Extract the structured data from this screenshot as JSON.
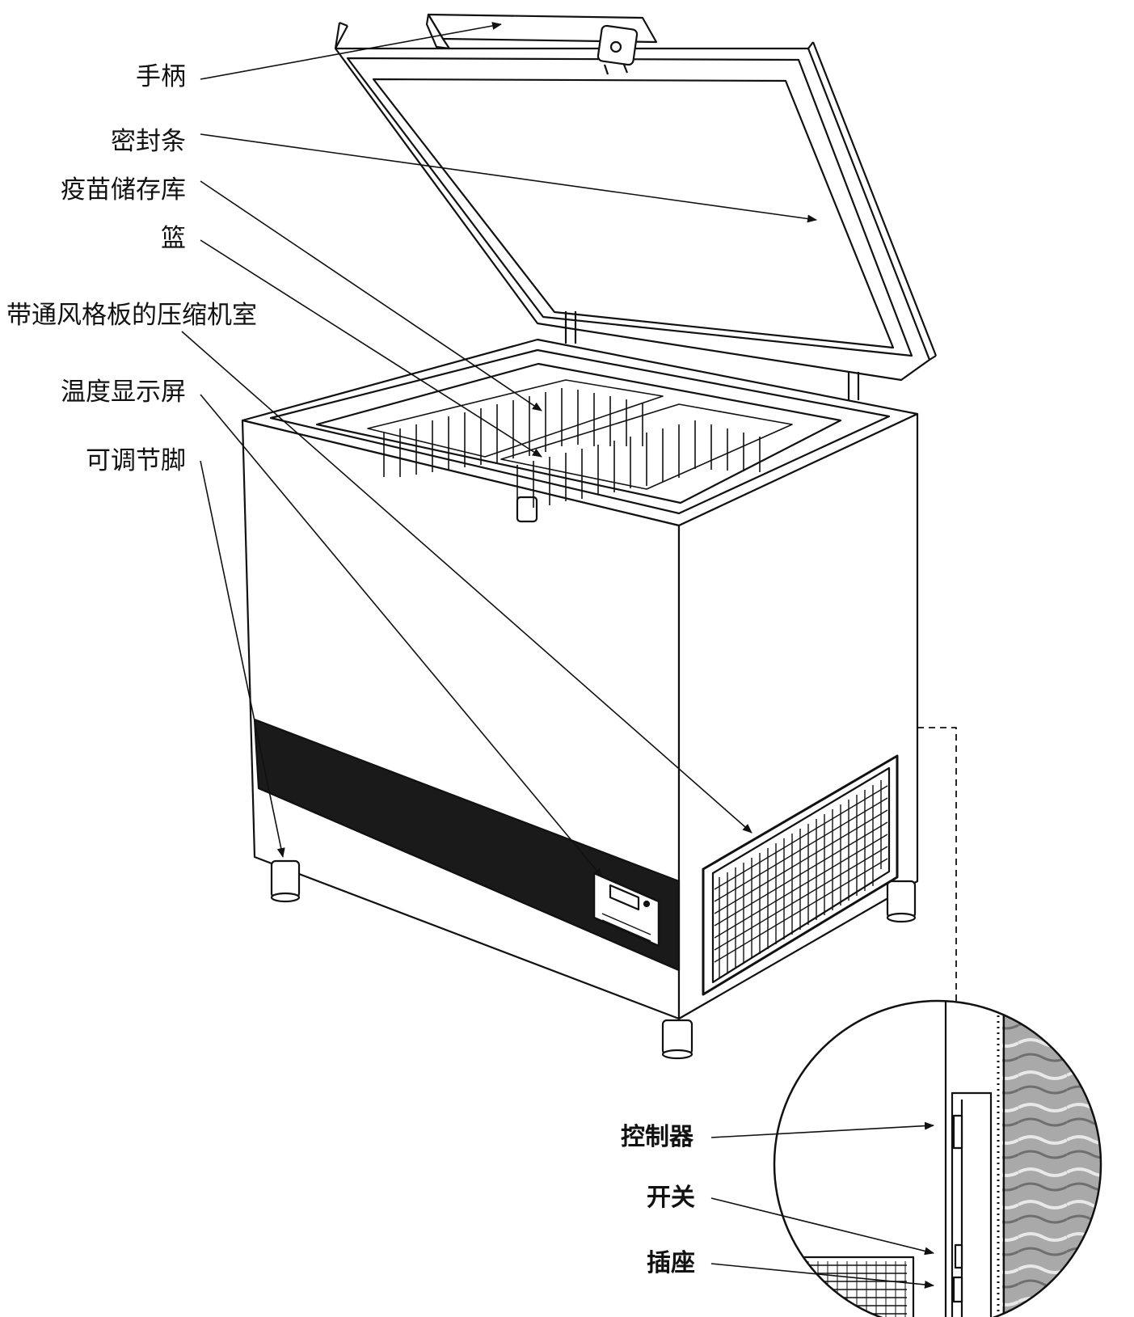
{
  "labels": {
    "handle": "手柄",
    "seal": "密封条",
    "vaccine_store": "疫苗储存库",
    "basket": "篮",
    "compressor_room": "带通风格板的压缩机室",
    "temp_display": "温度显示屏",
    "adjustable_feet": "可调节脚",
    "controller": "控制器",
    "switch": "开关",
    "socket": "插座"
  },
  "colors": {
    "line": "#111111",
    "band": "#1a1a1a",
    "inset_pattern": "#8a8a8a"
  },
  "icons": [
    "arrow-icon",
    "vent-grille-icon",
    "display-panel-icon"
  ]
}
